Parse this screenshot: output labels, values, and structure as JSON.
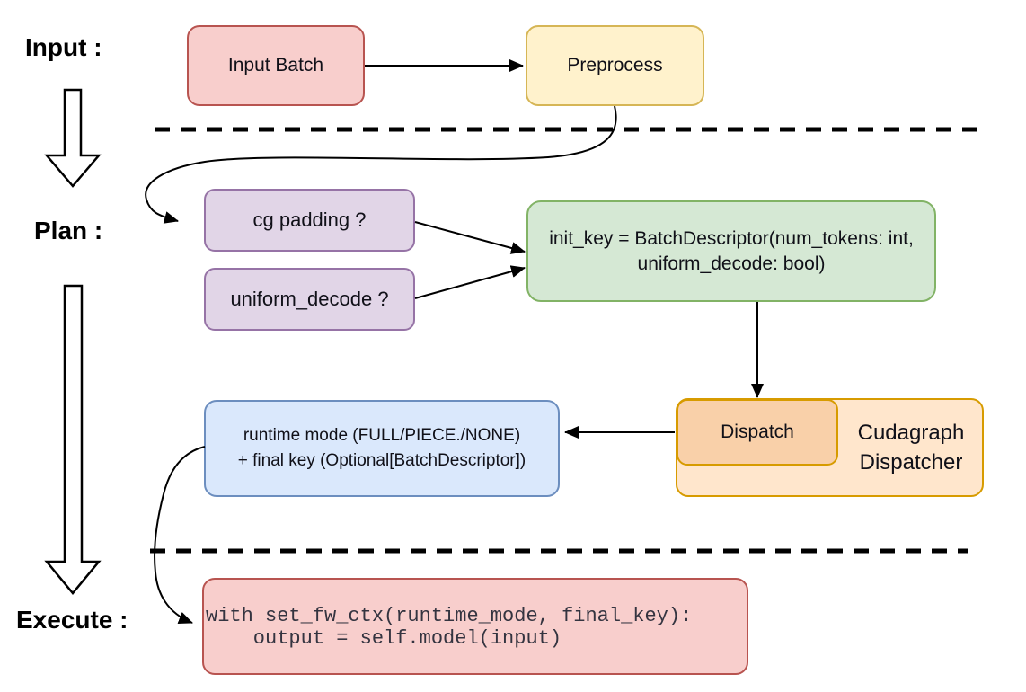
{
  "stage_labels": {
    "input": "Input :",
    "plan": "Plan :",
    "execute": "Execute :"
  },
  "nodes": {
    "input_batch": {
      "label": "Input Batch",
      "fill": "#f8cecc",
      "stroke": "#b85450"
    },
    "preprocess": {
      "label": "Preprocess",
      "fill": "#fff2cc",
      "stroke": "#d6b656"
    },
    "cg_padding": {
      "label": "cg padding ?",
      "fill": "#e1d5e7",
      "stroke": "#9673a6"
    },
    "uniform_decode": {
      "label": "uniform_decode ?",
      "fill": "#e1d5e7",
      "stroke": "#9673a6"
    },
    "init_key": {
      "line1": "init_key = BatchDescriptor(num_tokens: int,",
      "line2": "uniform_decode: bool)",
      "fill": "#d5e8d4",
      "stroke": "#82b366"
    },
    "dispatch": {
      "label": "Dispatch",
      "fill": "#f9d0a9",
      "stroke": "#d79b00"
    },
    "cudagraph_dispatcher": {
      "line1": "Cudagraph",
      "line2": "Dispatcher",
      "fill": "#ffe6cc",
      "stroke": "#d79b00"
    },
    "runtime_mode": {
      "line1": "runtime mode (FULL/PIECE./NONE)",
      "line2": "+ final key (Optional[BatchDescriptor])",
      "fill": "#dae8fc",
      "stroke": "#6c8ebf"
    },
    "execute_code": {
      "line1": "with set_fw_ctx(runtime_mode, final_key):",
      "line2": "    output = self.model(input)",
      "fill": "#f8cecc",
      "stroke": "#b85450"
    }
  },
  "connector_color": "#000000"
}
